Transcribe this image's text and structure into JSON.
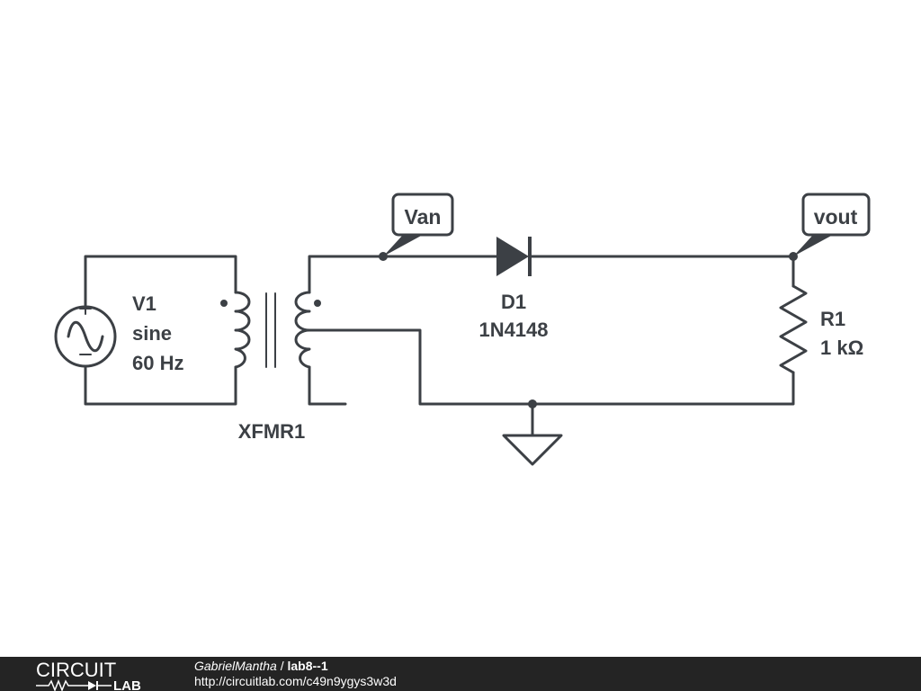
{
  "components": {
    "v1": {
      "name": "V1",
      "type": "sine",
      "freq": "60 Hz"
    },
    "xfmr": {
      "name": "XFMR1"
    },
    "d1": {
      "name": "D1",
      "part": "1N4148"
    },
    "r1": {
      "name": "R1",
      "value": "1 kΩ"
    }
  },
  "probes": {
    "van": "Van",
    "vout": "vout"
  },
  "footer": {
    "logo_top": "CIRCUIT",
    "logo_bottom": "LAB",
    "author": "GabrielMantha",
    "separator": " / ",
    "title": "lab8--1",
    "url": "http://circuitlab.com/c49n9ygys3w3d"
  },
  "colors": {
    "wire": "#3c4045",
    "footer_bg": "#242424",
    "footer_text": "#ffffff"
  }
}
